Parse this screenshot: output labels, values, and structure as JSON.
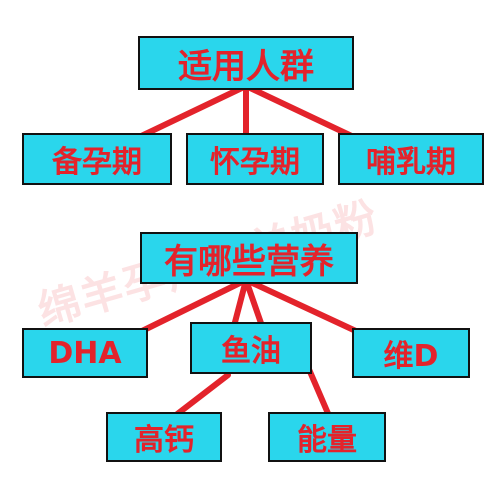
{
  "colors": {
    "box_fill": "#2ad6ec",
    "box_border": "#111111",
    "text": "#e3232b",
    "connector": "#e3232b"
  },
  "watermark": "绵羊孕产妇羊奶粉",
  "tree1": {
    "root": "适用人群",
    "children": [
      "备孕期",
      "怀孕期",
      "哺乳期"
    ]
  },
  "tree2": {
    "root": "有哪些营养",
    "children": [
      "DHA",
      "鱼油",
      "维D"
    ],
    "grandchildren": [
      "高钙",
      "能量"
    ]
  }
}
